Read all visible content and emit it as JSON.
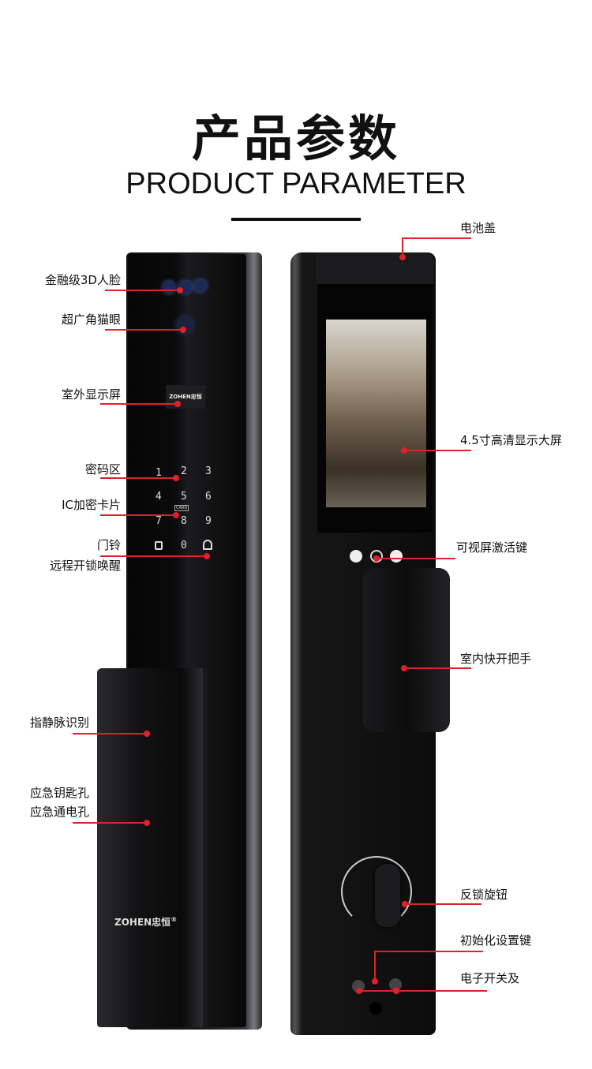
{
  "header": {
    "title": "产品参数",
    "subtitle": "PRODUCT PARAMETER"
  },
  "front_labels": {
    "face": "金融级3D人脸",
    "peephole": "超广角猫眼",
    "outdoor_screen": "室外显示屏",
    "keypad": "密码区",
    "ic_card": "IC加密卡片",
    "doorbell": "门铃",
    "remote_wake": "远程开锁唤醒",
    "finger_vein": "指静脉识别",
    "emergency_key": "应急钥匙孔",
    "emergency_power": "应急通电孔"
  },
  "back_labels": {
    "battery_cover": "电池盖",
    "big_screen": "4.5寸高清显示大屏",
    "screen_activate": "可视屏激活键",
    "indoor_handle": "室内快开把手",
    "lock_knob": "反锁旋钮",
    "reset_key": "初始化设置键",
    "electronic_switch": "电子开关及"
  },
  "lock": {
    "brand": "ZOHEN忠恒",
    "registered": "®",
    "keypad": [
      "1",
      "2",
      "3",
      "4",
      "5",
      "6",
      "7",
      "8",
      "9",
      "0"
    ],
    "card_mark": "CARD"
  },
  "colors": {
    "accent": "#e0202a",
    "body": "#0d0d0f",
    "frame": "#5a5a5e"
  }
}
